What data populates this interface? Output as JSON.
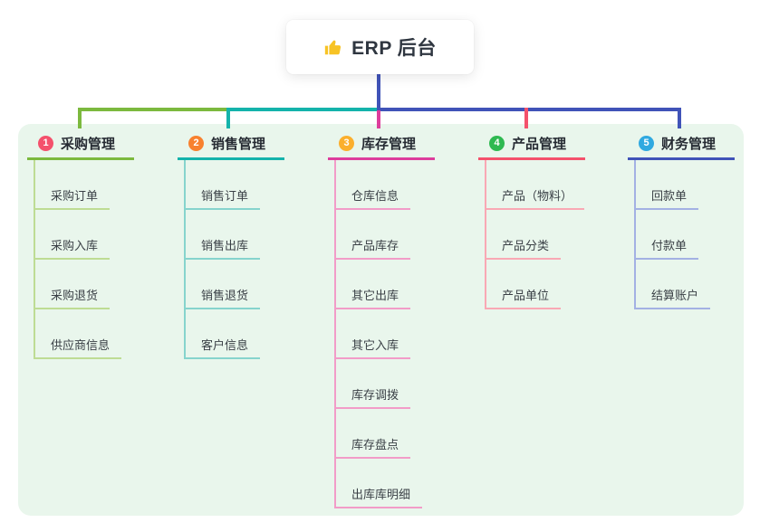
{
  "root": {
    "label": "ERP 后台",
    "icon": "thumbs-up-icon"
  },
  "branches": [
    {
      "index": "1",
      "title": "采购管理",
      "color": "#7cb93e",
      "light_color": "#bedc94",
      "badge_color": "#f4516c",
      "children": [
        "采购订单",
        "采购入库",
        "采购退货",
        "供应商信息"
      ]
    },
    {
      "index": "2",
      "title": "销售管理",
      "color": "#14b3ab",
      "light_color": "#86d4cd",
      "badge_color": "#f8812f",
      "children": [
        "销售订单",
        "销售出库",
        "销售退货",
        "客户信息"
      ]
    },
    {
      "index": "3",
      "title": "库存管理",
      "color": "#dd3d9c",
      "light_color": "#f29cc8",
      "badge_color": "#fbaf2d",
      "children": [
        "仓库信息",
        "产品库存",
        "其它出库",
        "其它入库",
        "库存调拨",
        "库存盘点",
        "出库库明细"
      ]
    },
    {
      "index": "4",
      "title": "产品管理",
      "color": "#f4516c",
      "light_color": "#f9a8b4",
      "badge_color": "#2fb951",
      "children": [
        "产品（物料）",
        "产品分类",
        "产品单位"
      ]
    },
    {
      "index": "5",
      "title": "财务管理",
      "color": "#4053b8",
      "light_color": "#a3b1e3",
      "badge_color": "#30a9e0",
      "children": [
        "回款单",
        "付款单",
        "结算账户"
      ]
    }
  ],
  "colors": {
    "panel_bg": "#e9f6ec",
    "root_line": "#4053b8",
    "title_text": "#262b33",
    "root_text": "#2f3640",
    "thumb_icon": "#f7c325"
  }
}
